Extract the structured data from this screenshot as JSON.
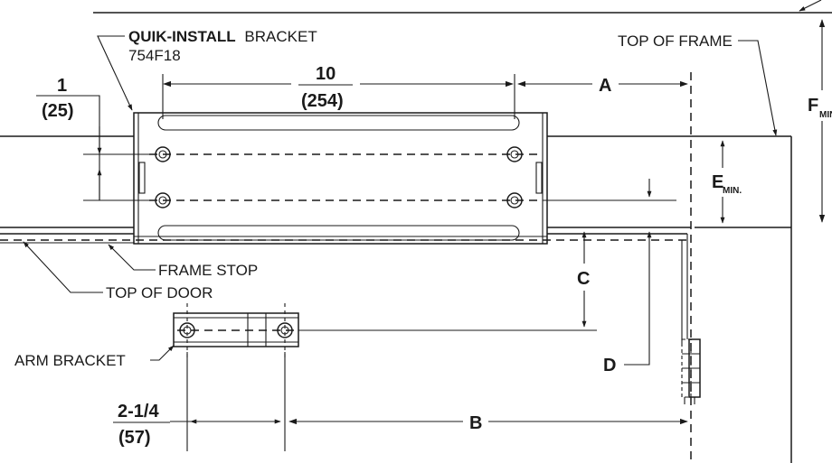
{
  "labels": {
    "quik_install_bold": "QUIK-INSTALL",
    "bracket_word": "BRACKET",
    "bracket_part": "754F18",
    "top_of_frame": "TOP OF FRAME",
    "frame_stop": "FRAME STOP",
    "top_of_door": "TOP OF DOOR",
    "arm_bracket": "ARM BRACKET"
  },
  "dimensions": {
    "slot_spacing_in": "10",
    "slot_spacing_mm": "(254)",
    "hole_offset_in": "1",
    "hole_offset_mm": "(25)",
    "arm_hole_spacing_in": "2-1/4",
    "arm_hole_spacing_mm": "(57)",
    "a": "A",
    "b": "B",
    "c": "C",
    "d": "D",
    "e": "E",
    "e_sub": "MIN.",
    "f": "F",
    "f_sub": "MIN"
  }
}
